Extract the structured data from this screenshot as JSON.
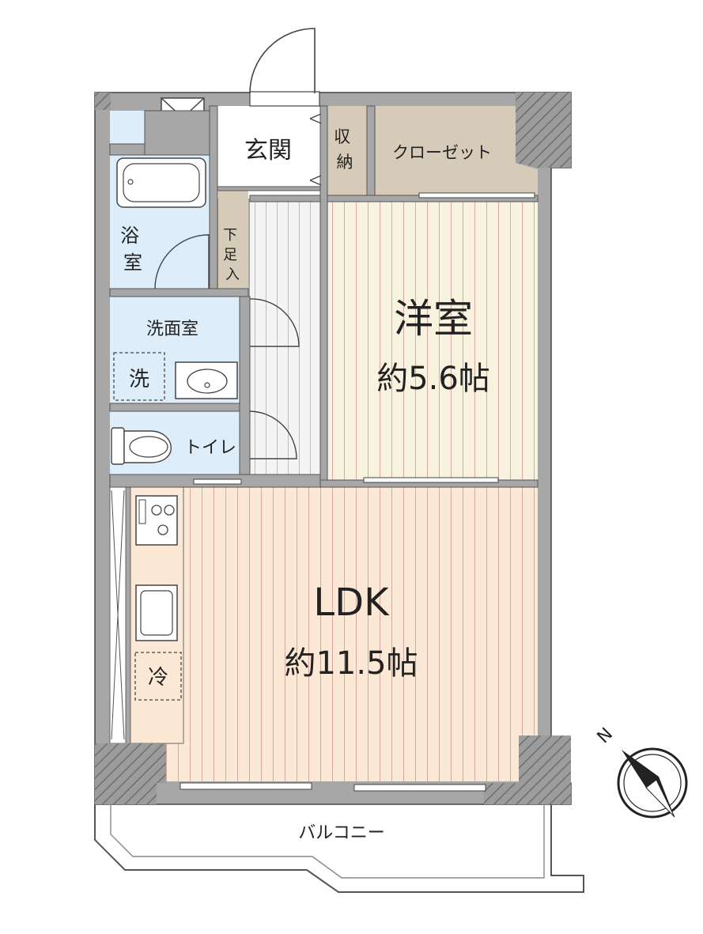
{
  "rooms": {
    "entrance": "玄関",
    "storage": "収納",
    "closet": "クローゼット",
    "shoe_box": "下足入",
    "bath": "浴室",
    "washroom": "洗面室",
    "washer": "洗",
    "toilet": "トイレ",
    "western_room": "洋室",
    "western_room_size": "約5.6帖",
    "ldk": "LDK",
    "ldk_size": "約11.5帖",
    "fridge": "冷",
    "balcony": "バルコニー"
  },
  "compass": {
    "north_label": "N"
  },
  "colors": {
    "wall": "#a7a7a7",
    "ldk_floor": "#fbe9d6",
    "western_floor": "#f7f3df",
    "wet_area": "#ddeefa",
    "storage": "#d6cbb8",
    "hall": "#f1f1f1"
  }
}
